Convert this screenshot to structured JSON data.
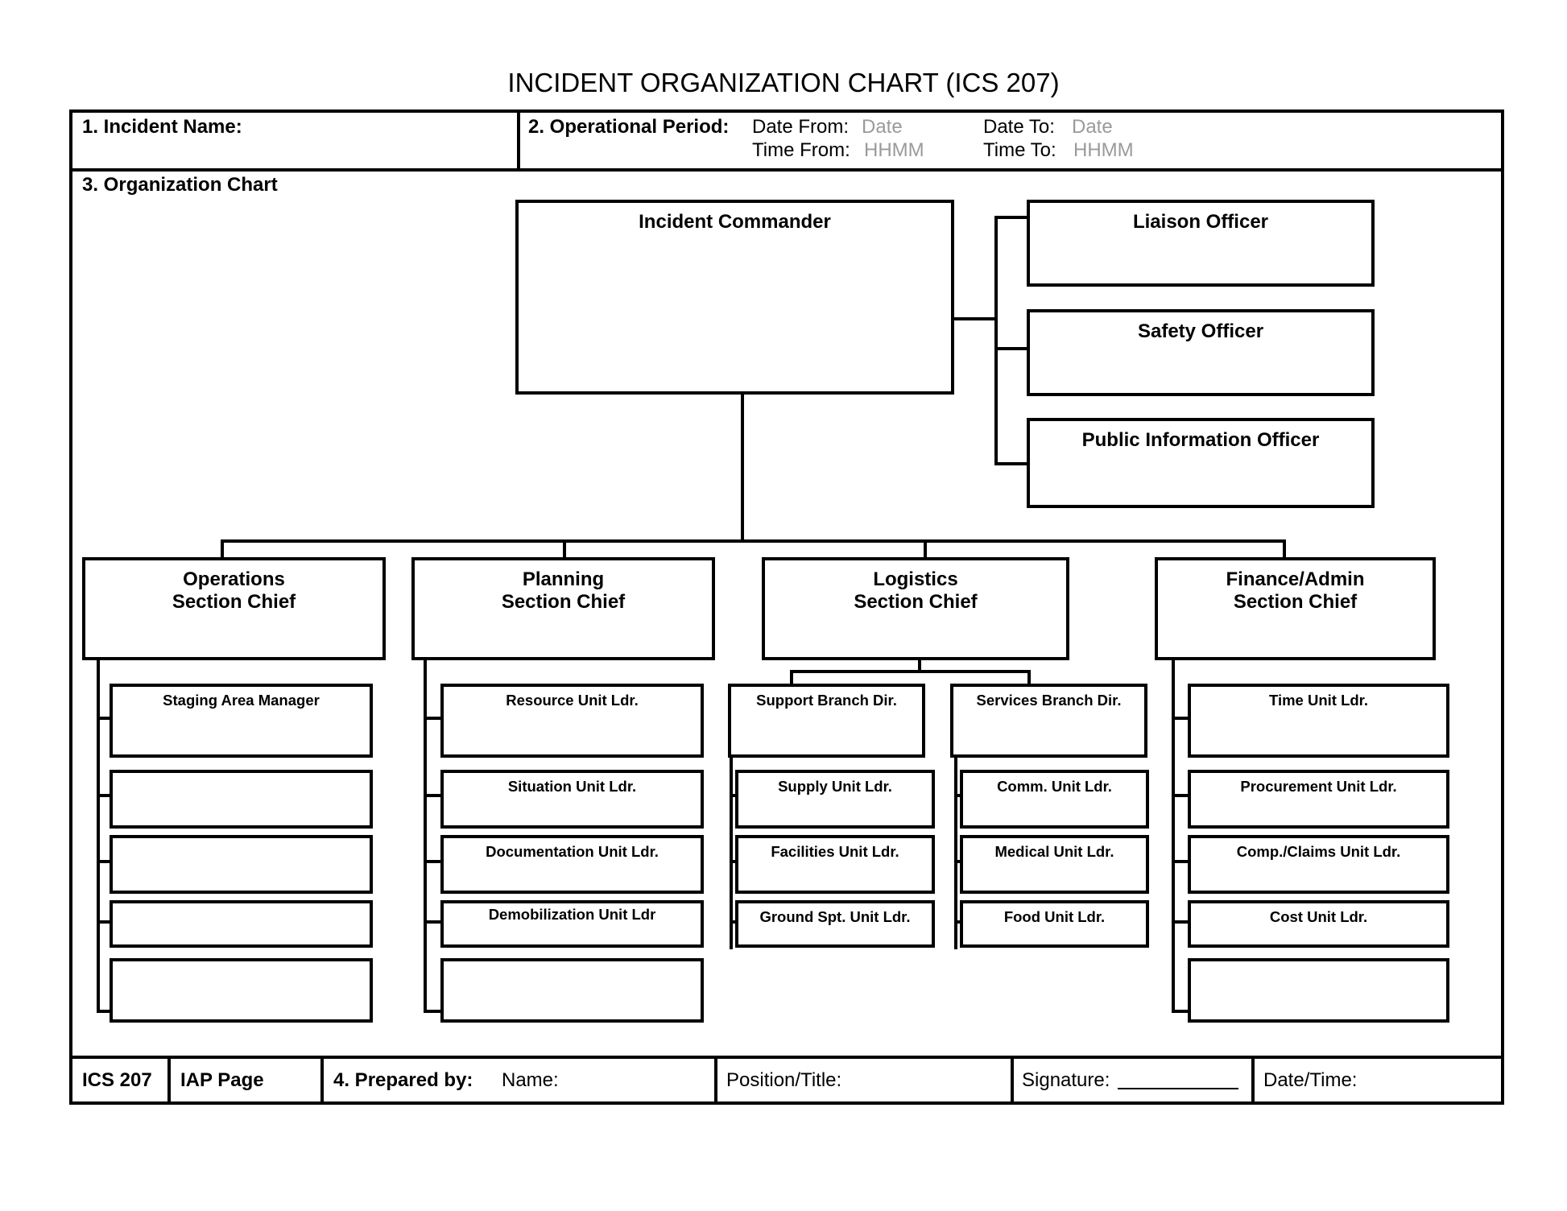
{
  "form_title": "INCIDENT ORGANIZATION CHART (ICS 207)",
  "header": {
    "incident_name_label": "1. Incident Name:",
    "operational_period_label": "2. Operational Period:",
    "date_from_label": "Date From:",
    "date_from_value": "Date",
    "date_to_label": "Date To:",
    "date_to_value": "Date",
    "time_from_label": "Time From:",
    "time_from_value": "HHMM",
    "time_to_label": "Time To:",
    "time_to_value": "HHMM"
  },
  "org_chart_label": "3. Organization Chart",
  "command": {
    "incident_commander": "Incident Commander",
    "liaison_officer": "Liaison Officer",
    "safety_officer": "Safety Officer",
    "public_information_officer": "Public Information Officer"
  },
  "sections": {
    "operations": {
      "line1": "Operations",
      "line2": "Section Chief",
      "units": [
        "Staging Area Manager",
        "",
        "",
        "",
        ""
      ]
    },
    "planning": {
      "line1": "Planning",
      "line2": "Section Chief",
      "units": [
        "Resource Unit Ldr.",
        "Situation Unit Ldr.",
        "Documentation Unit Ldr.",
        "Demobilization Unit Ldr",
        ""
      ]
    },
    "logistics": {
      "line1": "Logistics",
      "line2": "Section Chief",
      "support_branch": {
        "label": "Support Branch Dir.",
        "units": [
          "Supply Unit Ldr.",
          "Facilities Unit Ldr.",
          "Ground Spt. Unit Ldr."
        ]
      },
      "services_branch": {
        "label": "Services Branch Dir.",
        "units": [
          "Comm. Unit Ldr.",
          "Medical Unit Ldr.",
          "Food Unit Ldr."
        ]
      }
    },
    "finance": {
      "line1": "Finance/Admin",
      "line2": "Section Chief",
      "units": [
        "Time Unit Ldr.",
        "Procurement Unit Ldr.",
        "Comp./Claims Unit Ldr.",
        "Cost Unit Ldr.",
        ""
      ]
    }
  },
  "footer": {
    "form_id": "ICS 207",
    "iap_page": "IAP Page",
    "prepared_by_label": "4. Prepared by:",
    "name_label": "Name:",
    "position_label": "Position/Title:",
    "signature_label": "Signature:",
    "datetime_label": "Date/Time:"
  }
}
